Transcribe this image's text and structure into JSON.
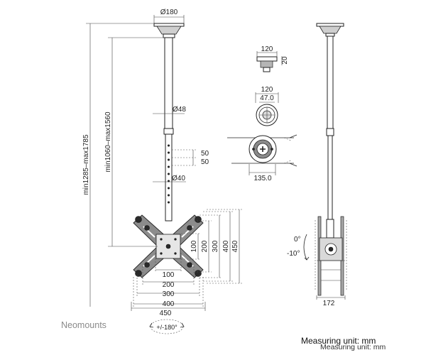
{
  "front_view": {
    "ceiling_plate_dia": "Ø180",
    "pole_dia": "Ø48",
    "adapter_dia": "Ø40",
    "hole_step_1": "50",
    "hole_step_2": "50",
    "total_height": "min1285–max1785",
    "pole_length": "min1060–max1560",
    "vesa_width": [
      "100",
      "200",
      "300",
      "400",
      "450"
    ],
    "vesa_height": [
      "100",
      "200",
      "300",
      "400",
      "450"
    ],
    "swivel": "+/-180°"
  },
  "detail_views": {
    "plate_side_width": "120",
    "plate_side_height": "20",
    "plate_top_width": "120",
    "plate_inner_dia": "47.0",
    "clamp_width": "135.0"
  },
  "side_view": {
    "tilt_top": "0°",
    "tilt_bottom": "-10°",
    "depth": "172"
  },
  "footer": {
    "brand": "Neomounts",
    "unit_note": "Measuring unit: mm",
    "unit_note_overlap": "Measuring unit: mm"
  }
}
